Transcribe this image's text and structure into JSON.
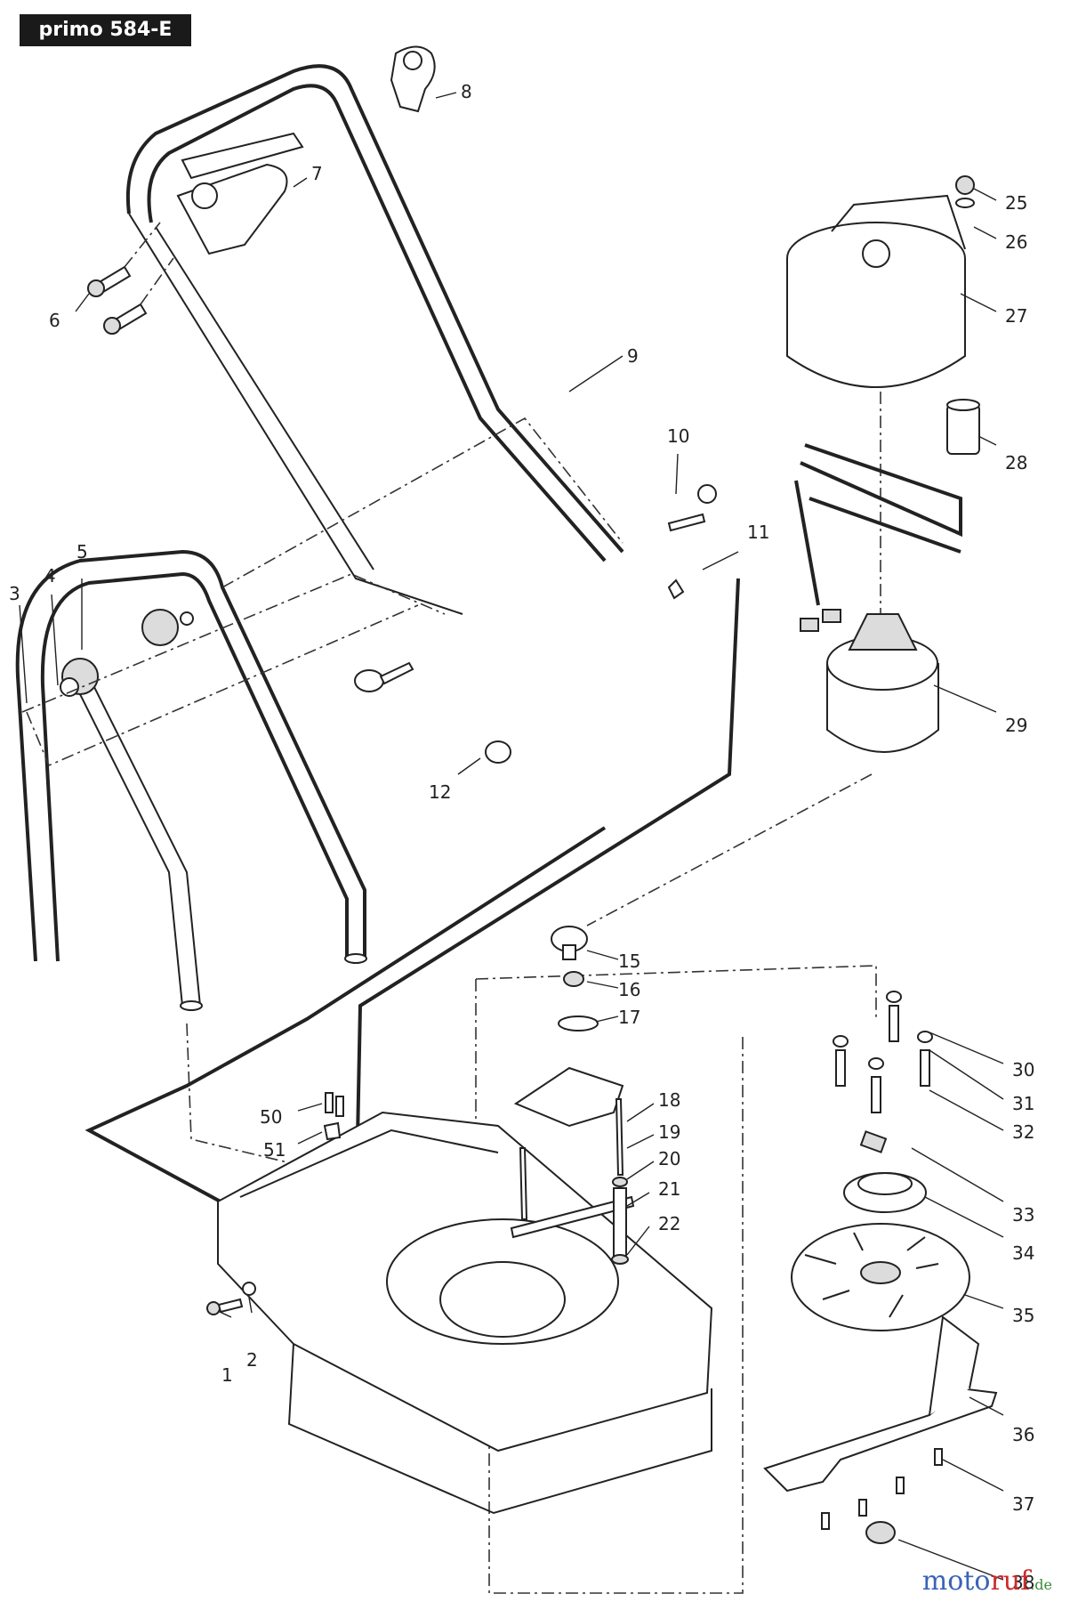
{
  "title": "primo 584-E",
  "labels": [
    {
      "id": "1",
      "text": "1"
    },
    {
      "id": "2",
      "text": "2"
    },
    {
      "id": "3",
      "text": "3"
    },
    {
      "id": "4",
      "text": "4"
    },
    {
      "id": "5",
      "text": "5"
    },
    {
      "id": "6",
      "text": "6"
    },
    {
      "id": "7",
      "text": "7"
    },
    {
      "id": "8",
      "text": "8"
    },
    {
      "id": "9",
      "text": "9"
    },
    {
      "id": "10",
      "text": "10"
    },
    {
      "id": "11",
      "text": "11"
    },
    {
      "id": "12",
      "text": "12"
    },
    {
      "id": "15",
      "text": "15"
    },
    {
      "id": "16",
      "text": "16"
    },
    {
      "id": "17",
      "text": "17"
    },
    {
      "id": "18",
      "text": "18"
    },
    {
      "id": "19",
      "text": "19"
    },
    {
      "id": "20",
      "text": "20"
    },
    {
      "id": "21",
      "text": "21"
    },
    {
      "id": "22",
      "text": "22"
    },
    {
      "id": "25",
      "text": "25"
    },
    {
      "id": "26",
      "text": "26"
    },
    {
      "id": "27",
      "text": "27"
    },
    {
      "id": "28",
      "text": "28"
    },
    {
      "id": "29",
      "text": "29"
    },
    {
      "id": "30",
      "text": "30"
    },
    {
      "id": "31",
      "text": "31"
    },
    {
      "id": "32",
      "text": "32"
    },
    {
      "id": "33",
      "text": "33"
    },
    {
      "id": "34",
      "text": "34"
    },
    {
      "id": "35",
      "text": "35"
    },
    {
      "id": "36",
      "text": "36"
    },
    {
      "id": "37",
      "text": "37"
    },
    {
      "id": "38",
      "text": "38"
    },
    {
      "id": "50",
      "text": "50"
    },
    {
      "id": "51",
      "text": "51"
    }
  ],
  "watermark": {
    "part1": "moto",
    "part2": "ruf",
    "suffix": ".de"
  }
}
